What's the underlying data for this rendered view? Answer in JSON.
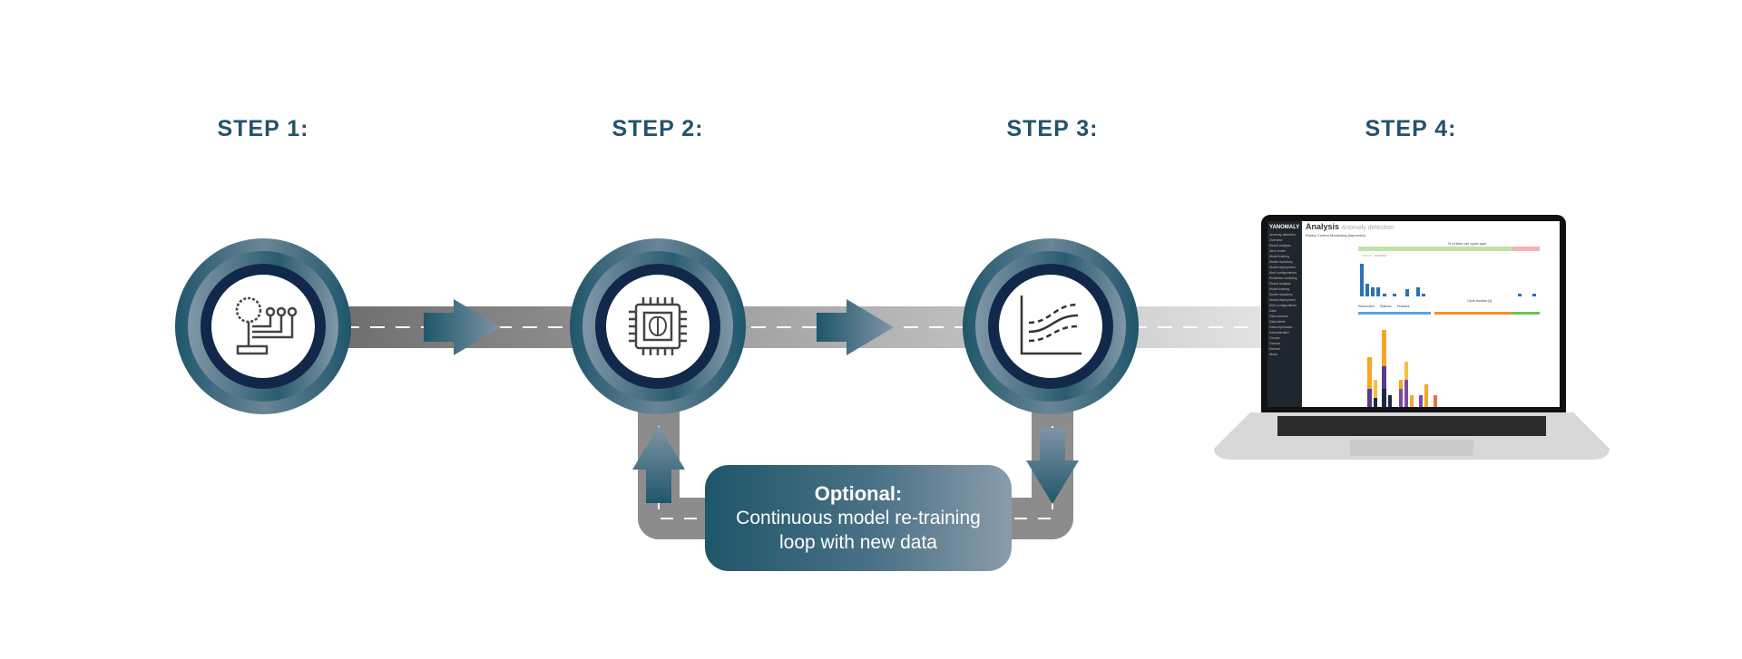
{
  "steps": [
    {
      "label": "STEP 1:"
    },
    {
      "label": "STEP 2:"
    },
    {
      "label": "STEP 3:"
    },
    {
      "label": "STEP 4:"
    }
  ],
  "icons": [
    "circuit-tree-icon",
    "ai-chip-brain-icon",
    "line-chart-curves-icon"
  ],
  "optional": {
    "title": "Optional:",
    "line1": "Continuous model re-training",
    "line2": "loop with new data"
  },
  "screen": {
    "logo": "YANOMALY",
    "title": "Analysis",
    "subtitle": "Anomaly detection",
    "resource": "Rotary Control Monitoring (improved)",
    "sidebar": [
      "Anomaly detection",
      "Overview",
      "Result analysis",
      "Alert center",
      "Model training",
      "Model repository",
      "Model deployment",
      "Alert configurations",
      "Predictive modeling",
      "Result analysis",
      "Model training",
      "Model repository",
      "Model deployment",
      "Alert configurations",
      "Data",
      "Data sources",
      "Data labels",
      "Data exploration",
      "Administration",
      "Groups",
      "License",
      "Manual",
      "About"
    ],
    "chart_title": "% of time per cycle type",
    "legend": [
      "normal",
      "anomaly"
    ],
    "xlabel": "Cycle duration [s]",
    "tabs": [
      "Workorders",
      "Stations",
      "Features"
    ]
  },
  "colors": {
    "teal": "#23536a",
    "navy": "#12284a",
    "accent": "#f5a623"
  }
}
